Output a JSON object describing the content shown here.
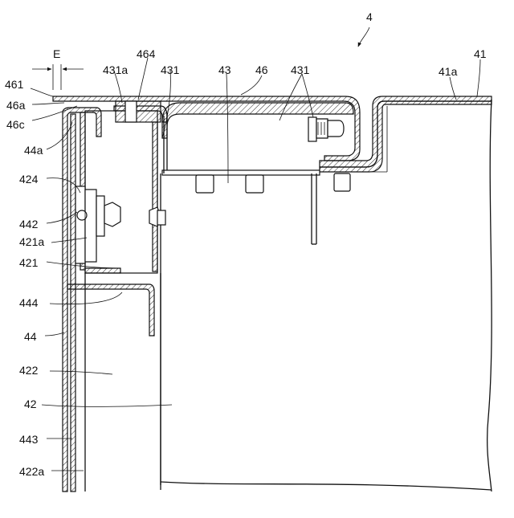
{
  "drawing": {
    "figure_ref": "4",
    "dimension_label": "E",
    "labels": {
      "l461": "461",
      "l46a": "46a",
      "l46c": "46c",
      "l44a": "44a",
      "l424": "424",
      "l442": "442",
      "l421a": "421a",
      "l421": "421",
      "l444": "444",
      "l44": "44",
      "l422": "422",
      "l42": "42",
      "l443": "443",
      "l422a": "422a",
      "l431a": "431a",
      "l464": "464",
      "l431_left": "431",
      "l43": "43",
      "l46": "46",
      "l431_right": "431",
      "l41a": "41a",
      "l41": "41"
    }
  }
}
